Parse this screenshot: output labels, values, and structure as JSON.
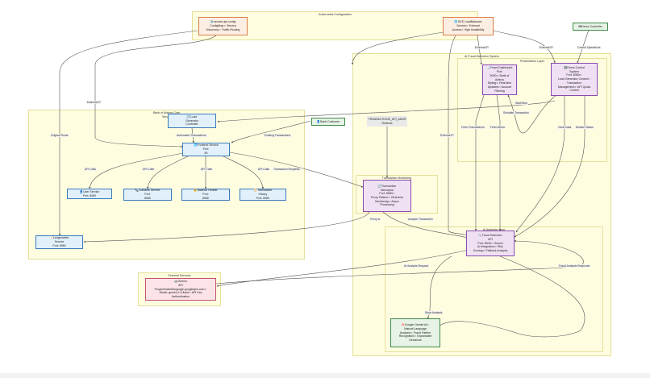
{
  "clusters": {
    "kubernetes": "Kubernetes Configuration",
    "bank_core": "Bank of Anthos Core",
    "bank_core_sub": "Servi",
    "ai_fraud": "AI Fraud Detection System",
    "presentation": "Presentation Layer",
    "transaction_monitoring": "Transaction Monitoring",
    "ai_analysis": "AI Analysis Layer",
    "external_services": "External Services"
  },
  "nodes": {
    "service_api_config": "⚙️service-api-config\nConfigMap>: Service\nDiscovery>: Traffic Routing",
    "gke_lb": "🌐GKE LoadBalancer\nService>: External\nAccess>: High Availability",
    "demo_controller": "🎮Demo Controller",
    "fraud_dashboard": "📊Fraud Dashboard\nPort:\n5000>: Bank of Anthos\nStyling>: Real-time\nUpdates>: Account\nFiltering",
    "demo_control": "🎛️Demo Control\nSystem\nPort: 8080>:\nLoad Generator Control>:\nTransaction\nManagement>: API Quota\nControl",
    "load_generator": "🔄Load\nGenerator\nController",
    "bank_customer": "👤Bank Customer",
    "redirect": "TRANSACTIONS_API_ADDR\nRedirect",
    "frontend": "🌐Frontend Service\nPort:\n80",
    "user_service": "👤User Service\nPort: 8080",
    "contacts_service": "📞Contacts Service\nPort:\n8080",
    "balance_reader": "💰Balance Reader\nPort:\n8080",
    "transaction_history": "📜Transaction\nHistory\nPort: 8080",
    "transaction_interceptor": "🔄Transaction\nInterceptor\nPort: 8080>:\nProxy Pattern>: Real-time\nMonitoring>: Async\nProcessing",
    "ledgerwriter": "📝Ledgerwriter\nService\nPort: 8080",
    "fraud_detection": "🔍Fraud Detection\nAPI\nPort: 8000>: Gemini\nAI Integration>: Risk\nScoring>: Fallback Analysis",
    "gemini_api": "🤖Gemini\nAPI\nProgenerativelanguage.googleapis.com>:\nModel: gemini-1.5-flash>: API Key\nAuthentication",
    "google_gemini": "🧠Google Gemini AI>:\nNatural Language\nAnalysis>: Fraud Pattern\nRecognition>: Explainable\nDecisions"
  },
  "edge_labels": {
    "external_ip_1": "External IP",
    "external_ip_2": "External IP",
    "external_ip_3": "External IP",
    "external_ip_4": "External IP",
    "control_operations": "Control Operations",
    "automated_transactions": "Automated Transactions",
    "existing_transactions": "Existing Transactions",
    "original_route": "Original Route",
    "start_stop": "Start/Stop",
    "simulate_transaction": "Simulate Transaction",
    "fetch_transactions": "Fetch Transactions",
    "fetch_alerts": "Fetch Alerts",
    "clear_data": "Clear Data",
    "monitor_status": "Monitor Status",
    "api_calls_1": "API Calls",
    "api_calls_2": "API Calls",
    "api_calls_3": "API Calls",
    "api_calls_4": "API Calls",
    "transaction_requests": "Transaction Requests",
    "proxy_to": "Proxy to",
    "analyze_transaction": "Analyze Transaction",
    "ai_analysis_request": "AI Analysis Request",
    "fraud_analysis_response": "Fraud Analysis Response",
    "store_analysis": "Store Analysis"
  },
  "colors": {
    "cluster_fill": "#fffde0",
    "edge": "#555555",
    "blue": "#3b7bbf",
    "orange": "#d9804a",
    "purple": "#8a4bb0",
    "pink": "#c0546c",
    "green": "#3f8a47"
  }
}
